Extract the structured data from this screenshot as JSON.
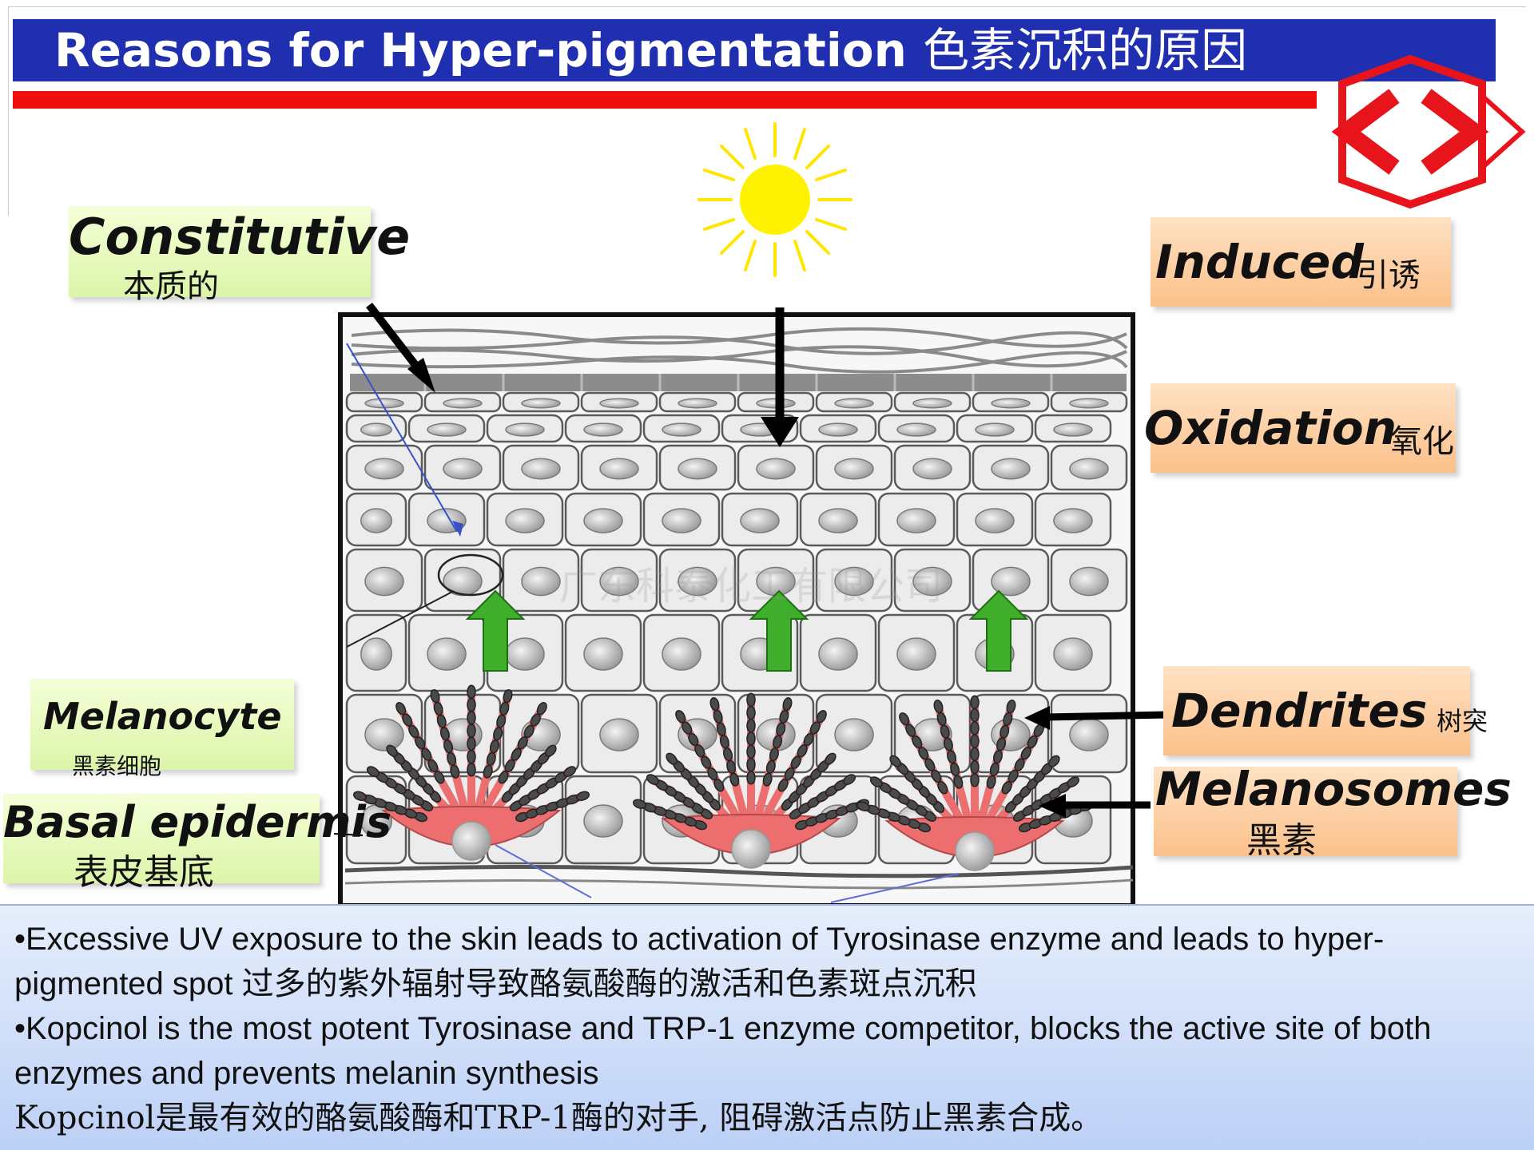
{
  "title": {
    "en": "Reasons for Hyper-pigmentation",
    "cn": "色素沉积的原因"
  },
  "labels": {
    "constitutive": {
      "en": "Constitutive",
      "cn": "本质的"
    },
    "induced": {
      "en": "Induced",
      "cn": "引诱"
    },
    "oxidation": {
      "en": "Oxidation",
      "cn": "氧化"
    },
    "melanocyte": {
      "en": "Melanocyte",
      "cn": "黑素细胞"
    },
    "basal": {
      "en": "Basal epidermis",
      "cn": "表皮基底"
    },
    "dendrites": {
      "en": "Dendrites",
      "cn": "树突"
    },
    "melanosomes": {
      "en": "Melanosomes",
      "cn": "黑素"
    }
  },
  "watermark": "广东科泰化工有限公司",
  "bullets": [
    {
      "text_en": "•Excessive UV exposure to the skin leads to activation of Tyrosinase enzyme and leads to hyper-pigmented spot ",
      "text_cn": "过多的紫外辐射导致酪氨酸酶的激活和色素斑点沉积"
    },
    {
      "text_en": "•Kopcinol is the most potent Tyrosinase and TRP-1  enzyme competitor, blocks the active site of both enzymes and prevents melanin synthesis",
      "text_cn": ""
    }
  ],
  "summary_cn": " Kopcinol是最有效的酪氨酸酶和TRP-1酶的对手, 阻碍激活点防止黑素合成。",
  "colors": {
    "title_bg": "#1f2fb0",
    "red_rule": "#ee0f0f",
    "sun": "#fff200",
    "melanocyte": "#ec6e6e",
    "arrow_green": "#3fae2a",
    "logo_red": "#e8141b"
  },
  "icons": [
    "sun-icon",
    "logo-icon",
    "up-arrow-icon"
  ]
}
